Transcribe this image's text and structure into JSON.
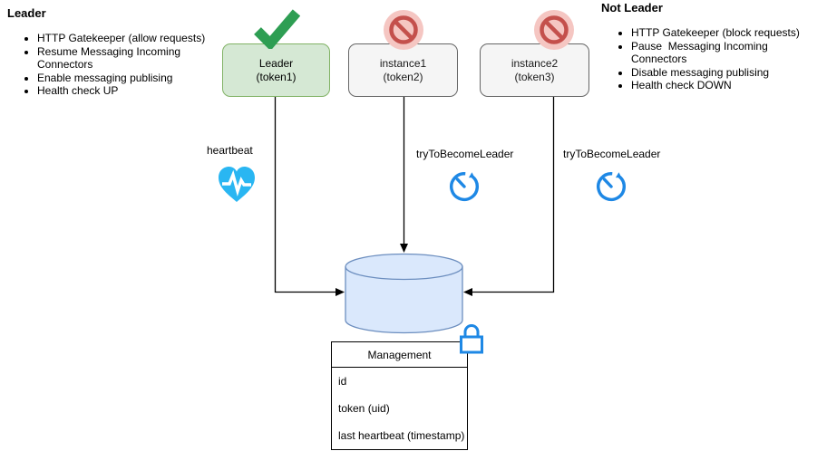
{
  "left_panel": {
    "title": "Leader",
    "items": [
      "HTTP Gatekeeper (allow requests)",
      "Resume Messaging Incoming Connectors",
      "Enable messaging publising",
      "Health check UP"
    ]
  },
  "right_panel": {
    "title": "Not Leader",
    "items": [
      "HTTP Gatekeeper (block requests)",
      "Pause  Messaging Incoming Connectors",
      "Disable messaging publising",
      "Health check DOWN"
    ]
  },
  "nodes": {
    "leader": {
      "name": "Leader",
      "token": "(token1)",
      "status_icon": "check-icon"
    },
    "instance1": {
      "name": "instance1",
      "token": "(token2)",
      "status_icon": "no-entry-icon"
    },
    "instance2": {
      "name": "instance2",
      "token": "(token3)",
      "status_icon": "no-entry-icon"
    }
  },
  "edge_labels": {
    "heartbeat": "heartbeat",
    "try_instance1": "tryToBecomeLeader",
    "try_instance2": "tryToBecomeLeader"
  },
  "database": {
    "icon": "database-cylinder",
    "lock_icon": "lock-icon"
  },
  "table": {
    "header": "Management",
    "rows": [
      "id",
      "token (uid)",
      "last heartbeat (timestamp)"
    ]
  },
  "colors": {
    "leader_fill": "#d5e8d4",
    "leader_border": "#82b366",
    "instance_fill": "#f5f5f5",
    "instance_border": "#666666",
    "db_fill": "#dae8fc",
    "db_border": "#6c8ebf",
    "check_green": "#2e9e53",
    "deny_ring_red": "#c4504c",
    "deny_bg_pink": "#f5c6c2",
    "heart_blue": "#29b6f2",
    "accent_blue": "#1e88e5",
    "line_black": "#000000"
  }
}
